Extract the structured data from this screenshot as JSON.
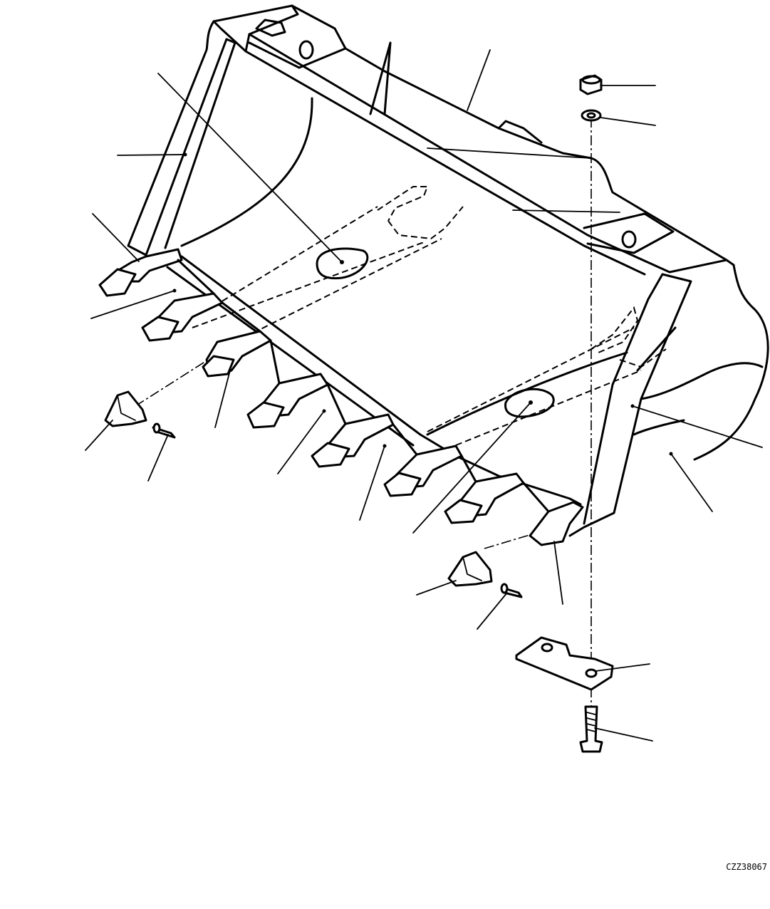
{
  "figure": {
    "drawing_code": "CZZ38067"
  },
  "parts": [
    {
      "icon": "bucket-body"
    },
    {
      "icon": "side-plate"
    },
    {
      "icon": "wear-plate"
    },
    {
      "icon": "tooth-adapter"
    },
    {
      "icon": "tooth-point"
    },
    {
      "icon": "retaining-pin"
    },
    {
      "icon": "cutting-edge-segment"
    },
    {
      "icon": "nut"
    },
    {
      "icon": "washer"
    },
    {
      "icon": "end-bit"
    },
    {
      "icon": "bolt"
    }
  ],
  "style": {
    "line_color": "#000000",
    "background": "#ffffff"
  }
}
